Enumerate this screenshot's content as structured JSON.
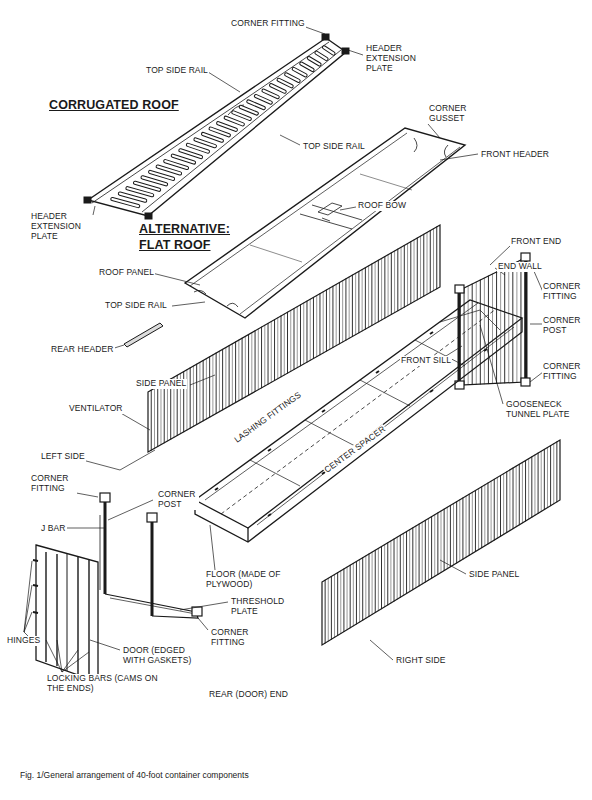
{
  "diagram": {
    "caption": "Fig. 1/General arrangement of 40-foot container components",
    "labels": [
      "CORNER FITTING",
      "HEADER EXTENSION PLATE",
      "TOP SIDE RAIL",
      "CORRUGATED ROOF",
      "TOP SIDE RAIL",
      "HEADER EXTENSION PLATE",
      "CORNER GUSSET",
      "FRONT HEADER",
      "ROOF BOW",
      "ALTERNATIVE: FLAT ROOF",
      "ROOF PANEL",
      "TOP SIDE RAIL",
      "REAR HEADER",
      "FRONT END",
      "END WALL",
      "CORNER FITTING",
      "CORNER POST",
      "SIDE PANEL",
      "CORNER FITTING",
      "VENTILATOR",
      "FRONT SILL",
      "LASHING FITTINGS",
      "GOOSENECK TUNNEL PLATE",
      "LEFT SIDE",
      "CENTER SPACER",
      "CORNER FITTING",
      "CORNER POST",
      "J BAR",
      "FLOOR (MADE OF PLYWOOD)",
      "THRESHOLD PLATE",
      "SIDE PANEL",
      "HINGES",
      "DOOR (EDGED WITH GASKETS)",
      "CORNER FITTING",
      "RIGHT SIDE",
      "LOCKING BARS (CAMS ON THE ENDS)",
      "REAR (DOOR) END"
    ]
  }
}
